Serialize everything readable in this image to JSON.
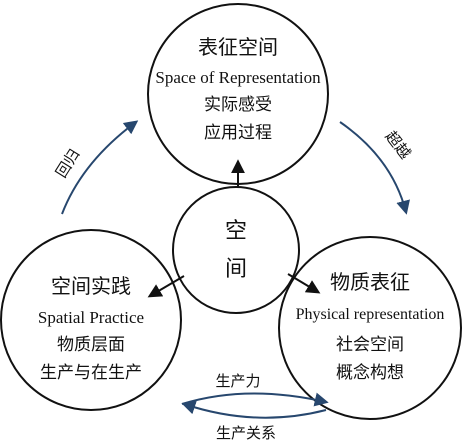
{
  "top_circle": {
    "title": "表征空间",
    "subtitle": "Space of Representation",
    "line1": "实际感受",
    "line2": "应用过程"
  },
  "left_circle": {
    "title": "空间实践",
    "subtitle": "Spatial Practice",
    "line1": "物质层面",
    "line2": "生产与在生产"
  },
  "right_circle": {
    "title": "物质表征",
    "subtitle": "Physical representation",
    "line1": "社会空间",
    "line2": "概念构想"
  },
  "center_circle": {
    "char1": "空",
    "char2": "间"
  },
  "arrows": {
    "left_top": "回归",
    "top_right": "超越",
    "bottom_upper": "生产力",
    "bottom_lower": "生产关系"
  },
  "colors": {
    "outer_arrow": "#27476e",
    "stroke": "#111111"
  }
}
